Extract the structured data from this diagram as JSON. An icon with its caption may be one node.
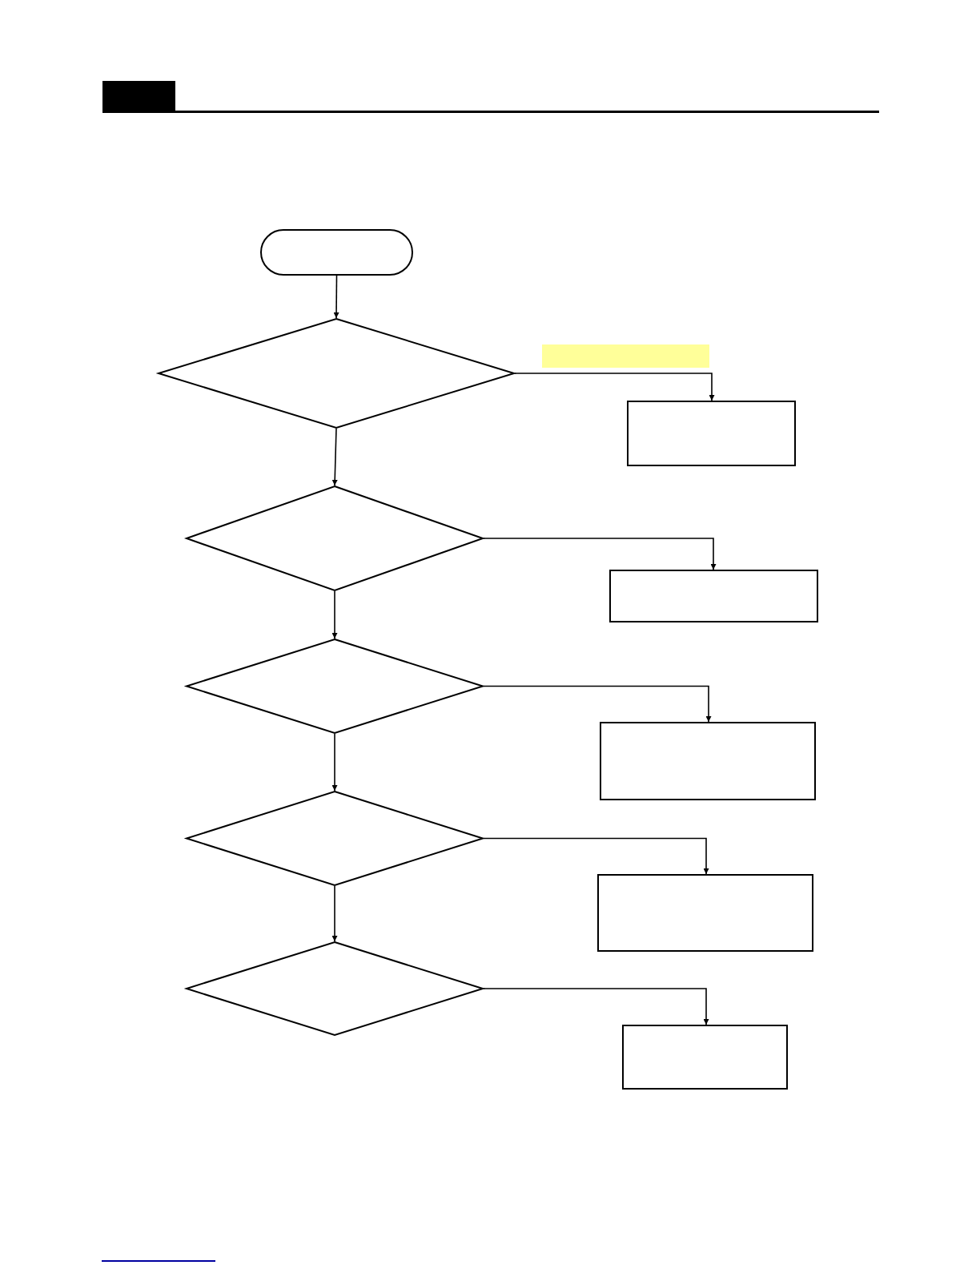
{
  "diagram": {
    "nodes": [
      {
        "text": [],
        "shape": "oval"
      },
      {
        "text": [],
        "shape": "diamond"
      },
      {
        "text": [],
        "shape": "box"
      },
      {
        "text": [],
        "shape": "diamond"
      },
      {
        "text": [],
        "shape": "box"
      },
      {
        "text": [],
        "shape": "diamond"
      },
      {
        "text": [],
        "shape": "box"
      },
      {
        "text": [],
        "shape": "diamond"
      },
      {
        "text": [],
        "shape": "box"
      },
      {
        "text": [],
        "shape": "diamond"
      },
      {
        "text": [],
        "shape": "box"
      }
    ],
    "edges": [
      {
        "from": 0,
        "to": 1,
        "arrow": "to"
      },
      {
        "from": 1,
        "to": 2,
        "arrow": "to"
      },
      {
        "from": 1,
        "to": 3,
        "arrow": "to"
      },
      {
        "from": 3,
        "to": 4,
        "arrow": "to"
      },
      {
        "from": 3,
        "to": 5,
        "arrow": "to"
      },
      {
        "from": 5,
        "to": 6,
        "arrow": "to"
      },
      {
        "from": 5,
        "to": 7,
        "arrow": "to"
      },
      {
        "from": 7,
        "to": 8,
        "arrow": "to"
      },
      {
        "from": 7,
        "to": 9,
        "arrow": "to"
      },
      {
        "from": 9,
        "to": 10,
        "arrow": "to"
      }
    ]
  }
}
